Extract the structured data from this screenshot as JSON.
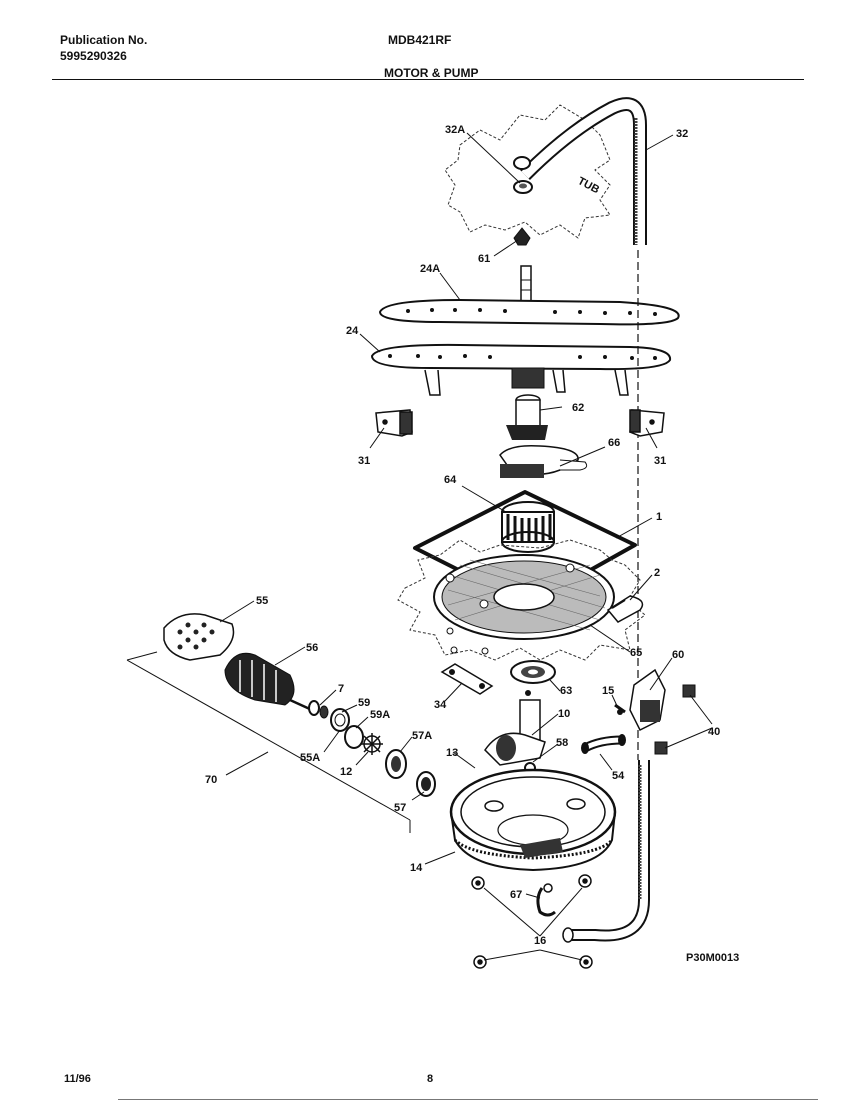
{
  "header": {
    "publication_label": "Publication No.",
    "publication_number": "5995290326",
    "model": "MDB421RF",
    "section_title": "MOTOR & PUMP"
  },
  "diagram": {
    "code": "P30M0013",
    "callouts": {
      "c32A": "32A",
      "c32": "32",
      "c61": "61",
      "c24A": "24A",
      "c24": "24",
      "c62": "62",
      "c31L": "31",
      "c31R": "31",
      "c66": "66",
      "c64": "64",
      "c1": "1",
      "c2": "2",
      "c55": "55",
      "c56": "56",
      "c65": "65",
      "c60": "60",
      "c7": "7",
      "c59": "59",
      "c59A": "59A",
      "c34": "34",
      "c63": "63",
      "c15": "15",
      "c10": "10",
      "c40": "40",
      "c55A": "55A",
      "c57A": "57A",
      "c13": "13",
      "c58": "58",
      "c12": "12",
      "c70": "70",
      "c54": "54",
      "c57": "57",
      "c14": "14",
      "c67": "67",
      "c16": "16"
    },
    "tub_label": "TUB"
  },
  "footer": {
    "date": "11/96",
    "page": "8"
  }
}
